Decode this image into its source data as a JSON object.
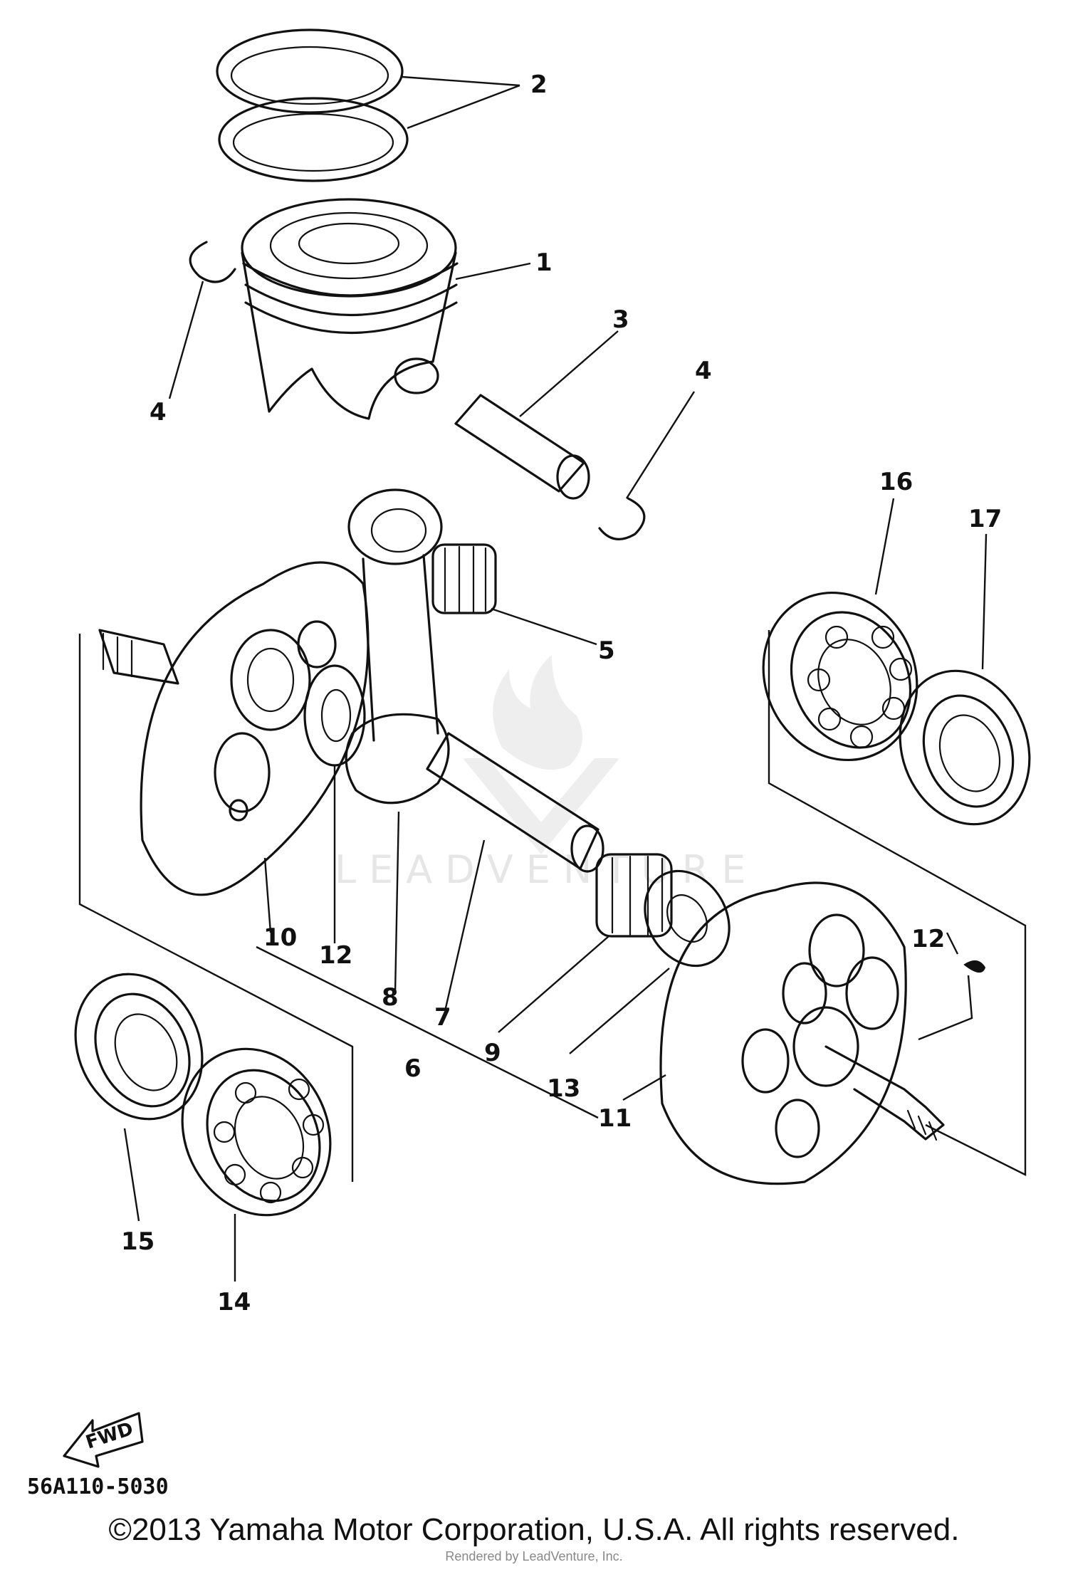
{
  "diagram_code": "56A110-5030",
  "fwd_label": "FWD",
  "watermark": "LEADVENTURE",
  "copyright": "©2013 Yamaha Motor Corporation, U.S.A. All rights reserved.",
  "rendered_by": "Rendered by LeadVenture, Inc.",
  "callouts": [
    "1",
    "2",
    "3",
    "4",
    "4",
    "5",
    "6",
    "7",
    "8",
    "9",
    "10",
    "11",
    "12",
    "12",
    "13",
    "14",
    "15",
    "16",
    "17"
  ]
}
